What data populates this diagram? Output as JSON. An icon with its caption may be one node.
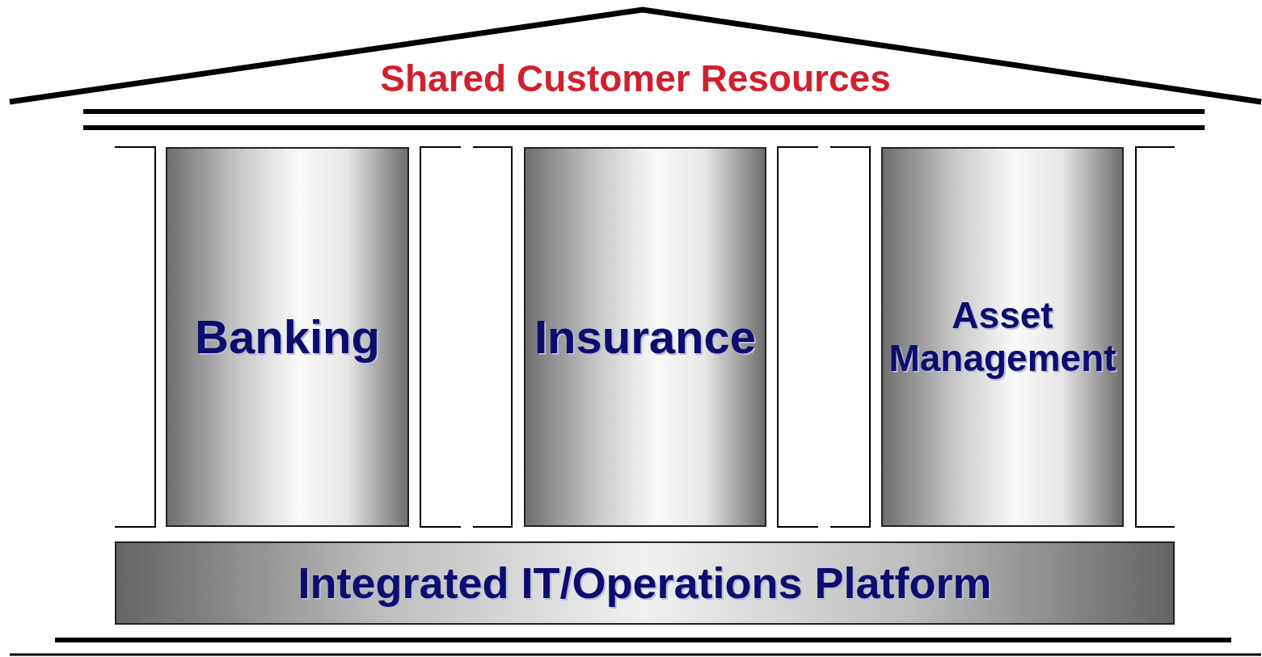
{
  "diagram": {
    "nodes": [
      {
        "text": [
          "Shared Customer Resources"
        ]
      },
      {
        "text": [
          "Banking"
        ]
      },
      {
        "text": [
          "Insurance"
        ]
      },
      {
        "text": [
          "Asset Management"
        ]
      },
      {
        "text": [
          "Integrated IT/Operations Platform"
        ]
      }
    ]
  }
}
